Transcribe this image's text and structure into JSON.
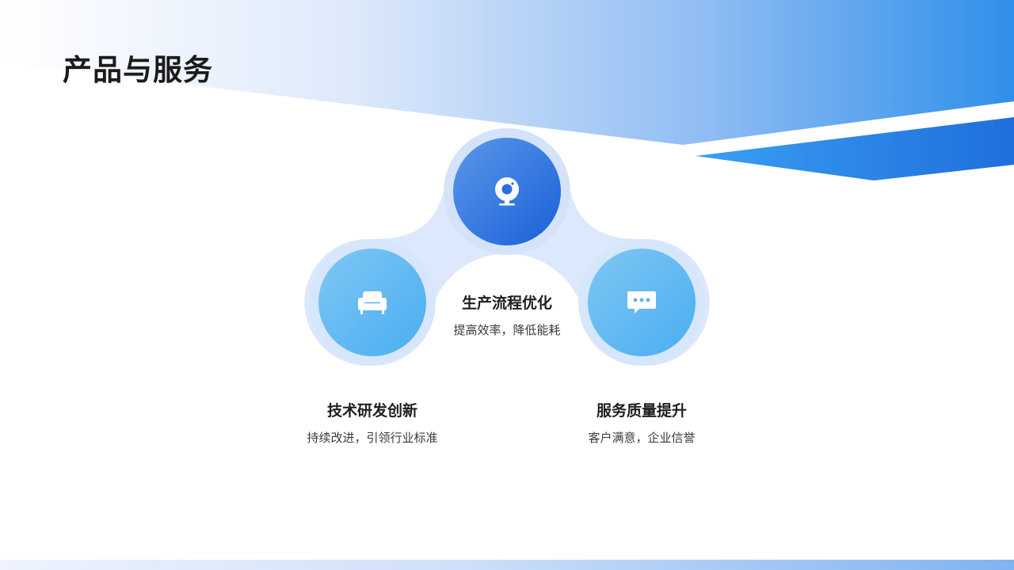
{
  "header": {
    "title": "产品与服务"
  },
  "center": {
    "icon": "webcam-icon",
    "title": "生产流程优化",
    "description": "提高效率，降低能耗"
  },
  "items": [
    {
      "icon": "sofa-icon",
      "title": "技术研发创新",
      "description": "持续改进，引领行业标准"
    },
    {
      "icon": "chat-bubble-icon",
      "title": "服务质量提升",
      "description": "客户满意，企业信誉"
    }
  ],
  "colors": {
    "primary_blue": "#1f6edc",
    "light_blue": "#5bb5f2",
    "halo": "#dce8fb",
    "title_text": "#1b1b1b"
  }
}
